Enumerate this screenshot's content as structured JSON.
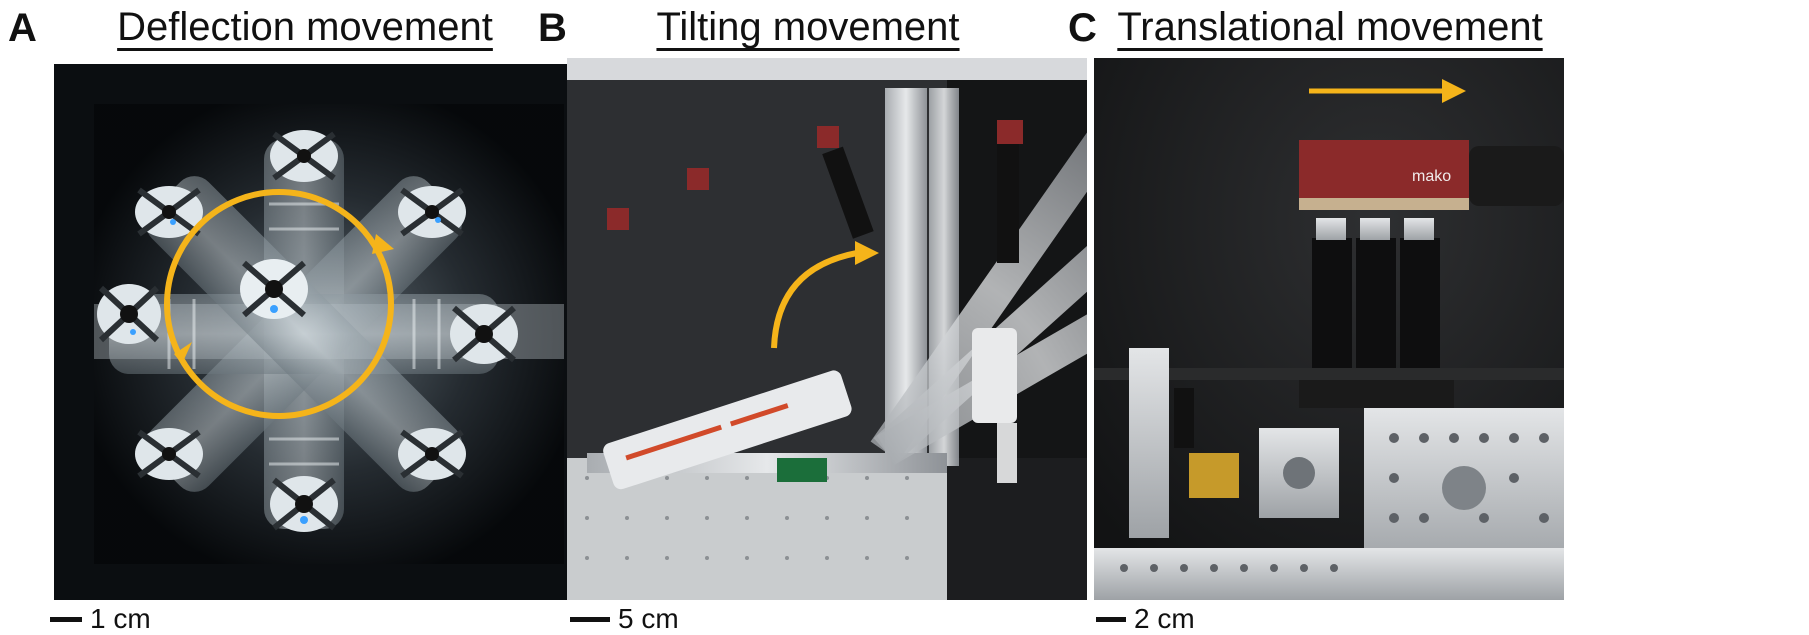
{
  "panels": [
    {
      "letter": "A",
      "title": "Deflection movement",
      "scale": "1 cm"
    },
    {
      "letter": "B",
      "title": "Tilting movement",
      "scale": "5 cm"
    },
    {
      "letter": "C",
      "title": "Translational movement",
      "scale": "2 cm"
    }
  ],
  "camera_brand": "mako",
  "colors": {
    "arrow": "#F5B41A",
    "accent": "#8B2A2A"
  }
}
